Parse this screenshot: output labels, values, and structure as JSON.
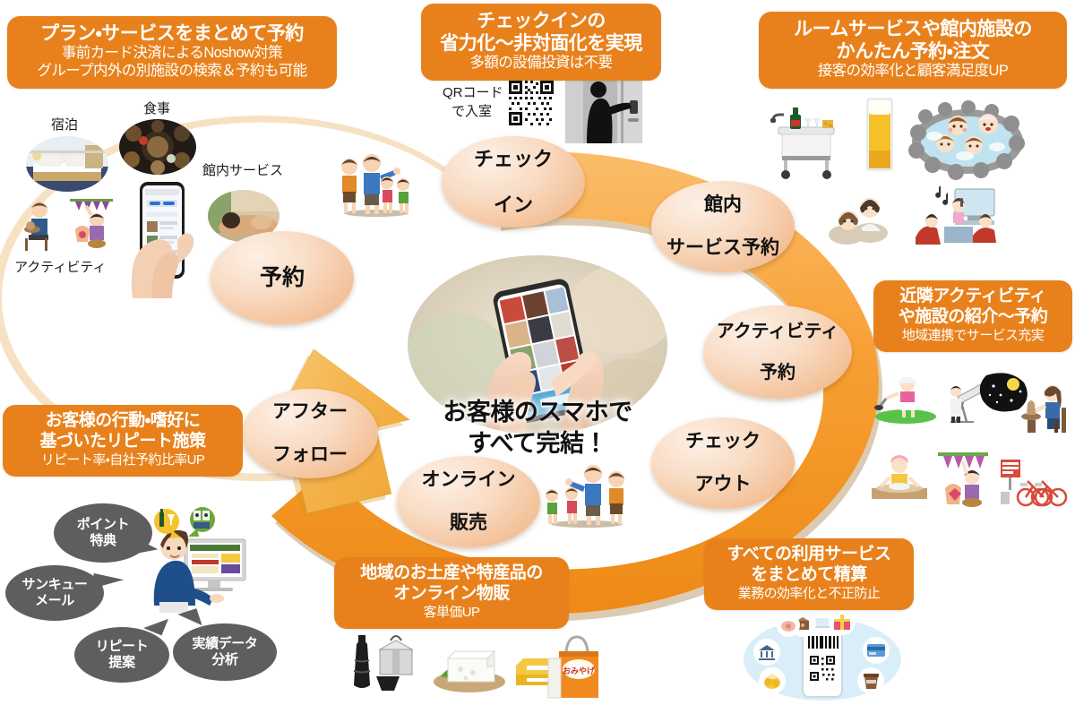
{
  "diagram": {
    "center_text_line1": "お客様のスマホで",
    "center_text_line2": "すべて完結！",
    "accent_color": "#E8811C",
    "ring_color": "#F7A645",
    "node_color": "#F4C49D",
    "bubble_color": "#5E5E5E",
    "nodes": [
      {
        "id": "reserve",
        "label_line1": "予約",
        "label_line2": ""
      },
      {
        "id": "checkin",
        "label_line1": "チェック",
        "label_line2": "イン"
      },
      {
        "id": "inhouse-service",
        "label_line1": "館内",
        "label_line2": "サービス予約"
      },
      {
        "id": "activity",
        "label_line1": "アクティビティ",
        "label_line2": "予約"
      },
      {
        "id": "checkout",
        "label_line1": "チェック",
        "label_line2": "アウト"
      },
      {
        "id": "online-sales",
        "label_line1": "オンライン",
        "label_line2": "販売"
      },
      {
        "id": "after-follow",
        "label_line1": "アフター",
        "label_line2": "フォロー"
      }
    ]
  },
  "callouts": {
    "plan_service": {
      "head": "プラン・サービスをまとめて予約",
      "sub1": "事前カード決済によるNoshow対策",
      "sub2": "グループ内外の別施設の検索＆予約も可能"
    },
    "checkin": {
      "head1": "チェックインの",
      "head2": "省力化〜非対面化を実現",
      "sub": "多額の設備投資は不要"
    },
    "room_service": {
      "head1": "ルームサービスや館内施設の",
      "head2": "かんたん予約・注文",
      "sub": "接客の効率化と顧客満足度UP"
    },
    "nearby_activity": {
      "head1": "近隣アクティビティ",
      "head2": "や施設の紹介〜予約",
      "sub": "地域連携でサービス充実"
    },
    "settlement": {
      "head1": "すべての利用サービス",
      "head2": "をまとめて精算",
      "sub": "業務の効率化と不正防止"
    },
    "online_goods": {
      "head1": "地域のお土産や特産品の",
      "head2": "オンライン物販",
      "sub": "客単価UP"
    },
    "repeat_measure": {
      "head1": "お客様の行動・嗜好に",
      "head2": "基づいたリピート施策",
      "sub": "リピート率・自社予約比率UP"
    }
  },
  "captions": {
    "lodging": "宿泊",
    "meal": "食事",
    "inhouse_service": "館内サービス",
    "activity": "アクティビティ",
    "qr_line1": "QRコード",
    "qr_line2": "で入室"
  },
  "bubbles": [
    {
      "id": "point-bonus",
      "line1": "ポイント",
      "line2": "特典"
    },
    {
      "id": "thankyou-mail",
      "line1": "サンキュー",
      "line2": "メール"
    },
    {
      "id": "repeat-offer",
      "line1": "リピート",
      "line2": "提案"
    },
    {
      "id": "data-analysis",
      "line1": "実績データ",
      "line2": "分析"
    }
  ],
  "souvenir_bag_label": "おみやげ"
}
